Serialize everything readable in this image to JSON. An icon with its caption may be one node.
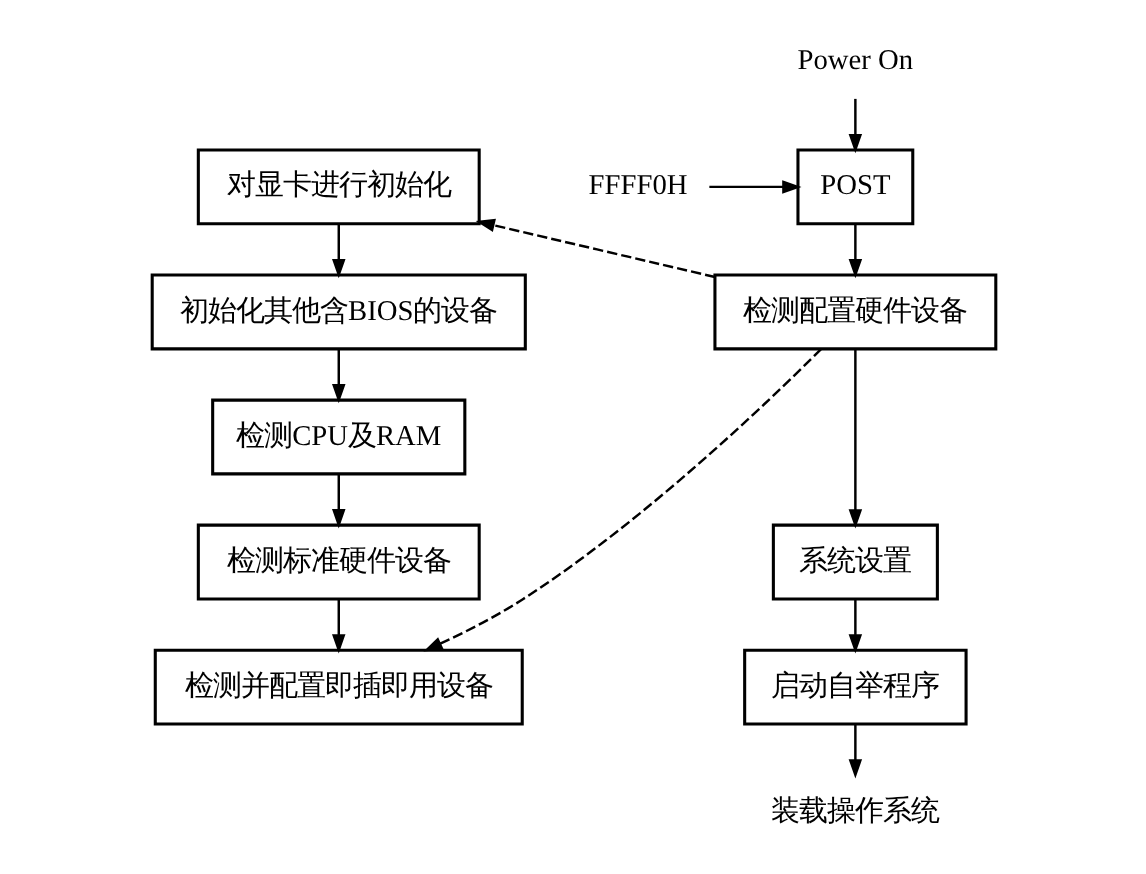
{
  "diagram": {
    "nodes": [
      {
        "text": [
          "Power On"
        ]
      },
      {
        "text": [
          "FFFF0H"
        ]
      },
      {
        "text": [
          "POST"
        ]
      },
      {
        "text": [
          "检测配置硬件设备"
        ]
      },
      {
        "text": [
          "系统设置"
        ]
      },
      {
        "text": [
          "启动自举程序"
        ]
      },
      {
        "text": [
          "装载操作系统"
        ]
      },
      {
        "text": [
          "对显卡进行初始化"
        ]
      },
      {
        "text": [
          "初始化其他含BIOS的设备"
        ]
      },
      {
        "text": [
          "检测CPU及RAM"
        ]
      },
      {
        "text": [
          "检测标准硬件设备"
        ]
      },
      {
        "text": [
          "检测并配置即插即用设备"
        ]
      }
    ],
    "edges": [
      {
        "from": 0,
        "to": 2,
        "arrow": "to"
      },
      {
        "from": 1,
        "to": 2,
        "arrow": "to"
      },
      {
        "from": 2,
        "to": 3,
        "arrow": "to"
      },
      {
        "from": 3,
        "to": 4,
        "arrow": "to"
      },
      {
        "from": 4,
        "to": 5,
        "arrow": "to"
      },
      {
        "from": 5,
        "to": 6,
        "arrow": "to"
      },
      {
        "from": 3,
        "to": 7,
        "arrow": "to",
        "style": "dashed"
      },
      {
        "from": 3,
        "to": 11,
        "arrow": "to",
        "style": "dashed"
      },
      {
        "from": 7,
        "to": 8,
        "arrow": "to"
      },
      {
        "from": 8,
        "to": 9,
        "arrow": "to"
      },
      {
        "from": 9,
        "to": 10,
        "arrow": "to"
      },
      {
        "from": 10,
        "to": 11,
        "arrow": "to"
      }
    ]
  }
}
